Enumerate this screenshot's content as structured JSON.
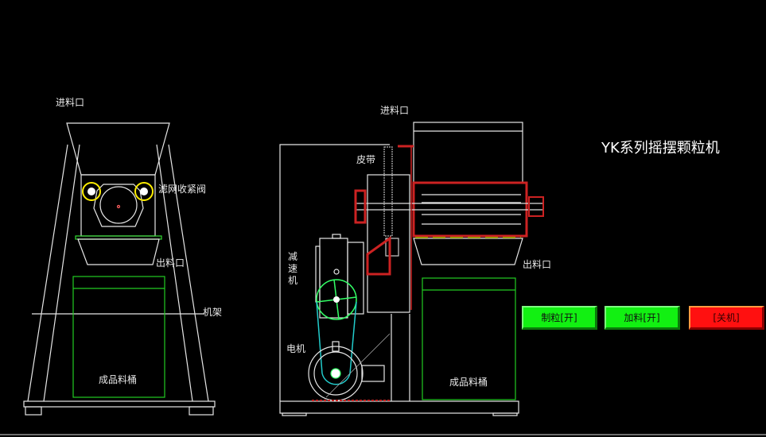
{
  "title": "YK系列摇摆颗粒机",
  "front_view": {
    "inlet_label": "进料口",
    "screen_valve_label": "滤网收紧阀",
    "outlet_label": "出料口",
    "frame_label": "机架",
    "bin_label": "成品料桶"
  },
  "side_view": {
    "inlet_label": "进料口",
    "belt_label": "皮带",
    "reducer_label": "减速机",
    "motor_label": "电机",
    "outlet_label": "出料口",
    "bin_label": "成品料桶"
  },
  "buttons": [
    {
      "label": "制粒[开]",
      "color": "#12f012"
    },
    {
      "label": "加料[开]",
      "color": "#12f012"
    },
    {
      "label": "[关机]",
      "color": "#ff1010"
    }
  ]
}
